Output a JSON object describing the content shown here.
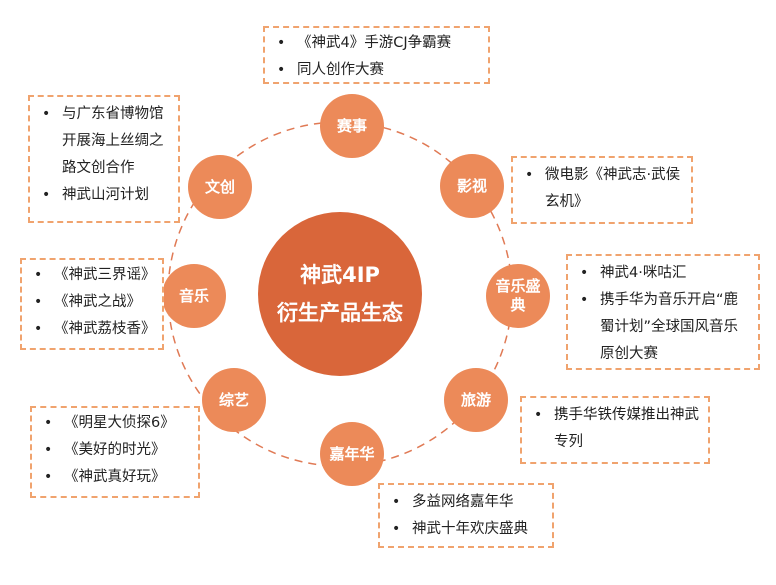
{
  "center": {
    "line1": "神武4IP",
    "line2": "衍生产品生态"
  },
  "nodes": [
    {
      "id": "saishi",
      "label": "赛事"
    },
    {
      "id": "yingshi",
      "label": "影视"
    },
    {
      "id": "yinyueshengdian",
      "label": "音乐盛典"
    },
    {
      "id": "lvyou",
      "label": "旅游"
    },
    {
      "id": "jianianhua",
      "label": "嘉年华"
    },
    {
      "id": "zongyi",
      "label": "综艺"
    },
    {
      "id": "yinyue",
      "label": "音乐"
    },
    {
      "id": "wenchuang",
      "label": "文创"
    }
  ],
  "boxes": {
    "saishi": [
      "《神武4》手游CJ争霸赛",
      "同人创作大赛"
    ],
    "yingshi": [
      "微电影《神武志·武侯玄机》"
    ],
    "yinyueshengdian": [
      "神武4·咪咕汇",
      "携手华为音乐开启“鹿蜀计划”全球国风音乐原创大赛"
    ],
    "lvyou": [
      "携手华铁传媒推出神武专列"
    ],
    "jianianhua": [
      "多益网络嘉年华",
      "神武十年欢庆盛典"
    ],
    "zongyi": [
      "《明星大侦探6》",
      "《美好的时光》",
      "《神武真好玩》"
    ],
    "yinyue": [
      "《神武三界谣》",
      "《神武之战》",
      "《神武荔枝香》"
    ],
    "wenchuang": [
      "与广东省博物馆开展海上丝绸之路文创合作",
      "神武山河计划"
    ]
  },
  "colors": {
    "center": "#d9663a",
    "node": "#ec8a59",
    "ring": "#e07a55",
    "box_border": "#f0a36e"
  }
}
